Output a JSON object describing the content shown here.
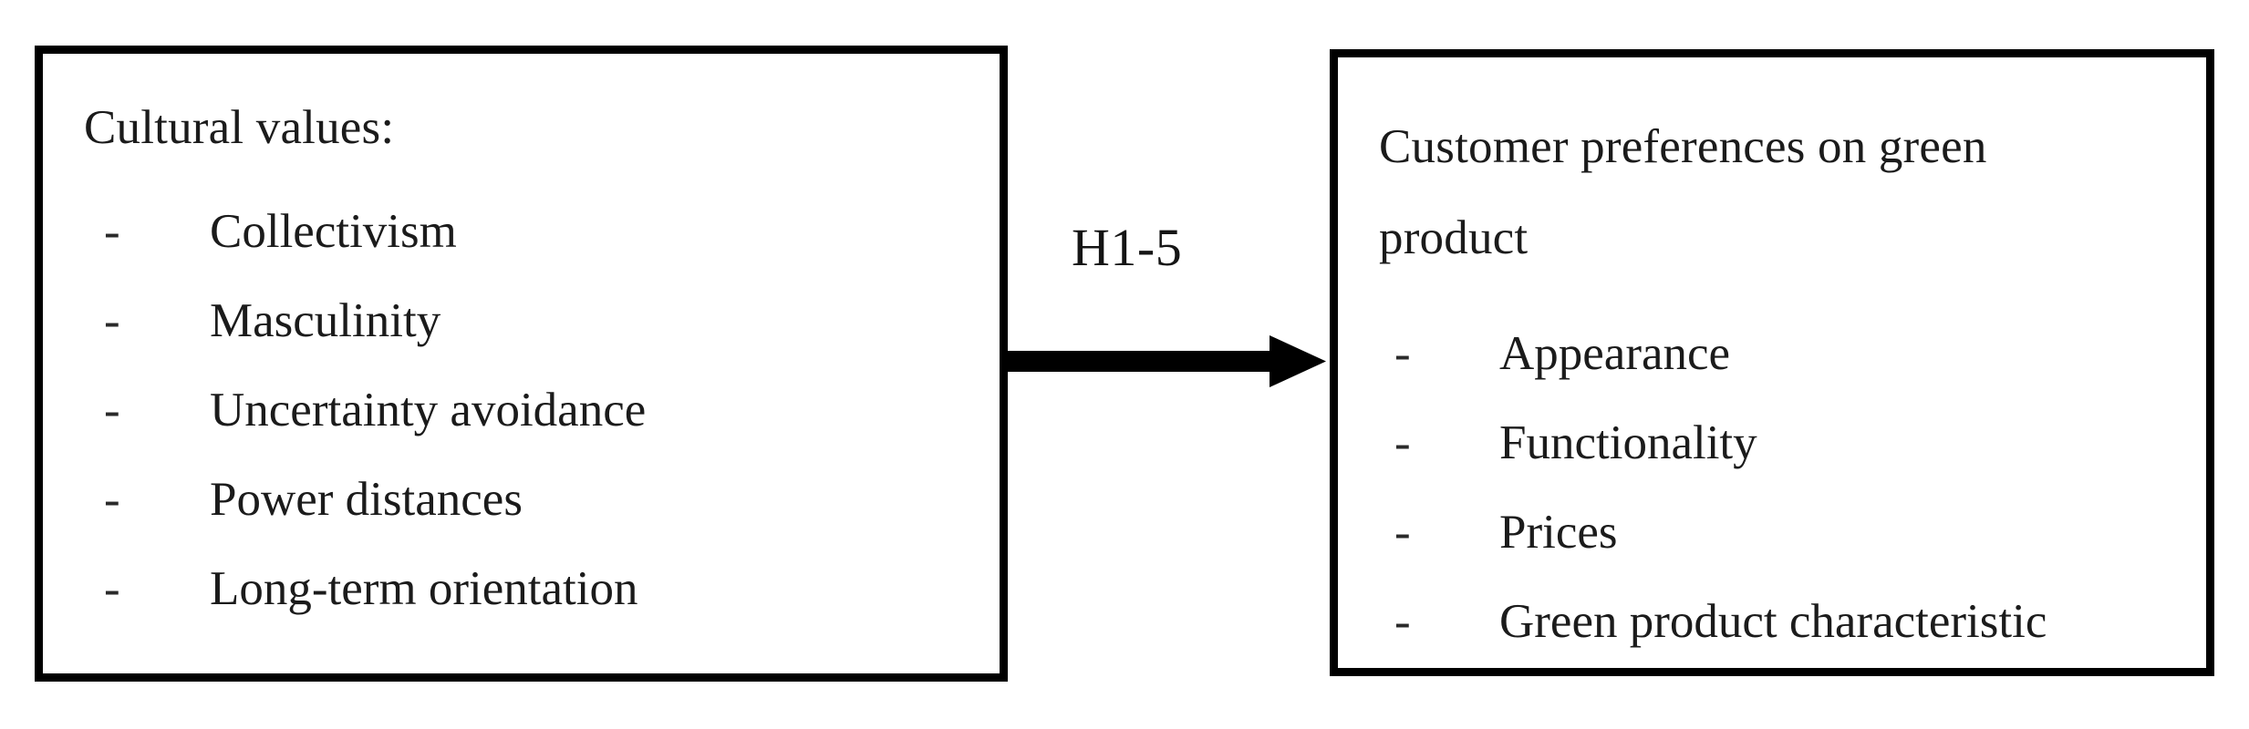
{
  "diagram": {
    "title_text": "",
    "colors": {
      "box_border": "#000000",
      "box_fill": "#ffffff",
      "text": "#1a1a1a",
      "arrow": "#000000",
      "background": "#ffffff"
    },
    "left_box": {
      "title": "Cultural values:",
      "bullet_marker": "-",
      "items": [
        "Collectivism",
        "Masculinity",
        "Uncertainty avoidance",
        "Power distances",
        "Long-term orientation"
      ]
    },
    "right_box": {
      "title": "Customer preferences on green product",
      "bullet_marker": "-",
      "items": [
        "Appearance",
        "Functionality",
        "Prices",
        "Green product characteristic"
      ]
    },
    "connector": {
      "label": "H1-5",
      "direction": "left-to-right",
      "style": "solid-block-arrow",
      "icon": "arrow-right-icon"
    }
  }
}
